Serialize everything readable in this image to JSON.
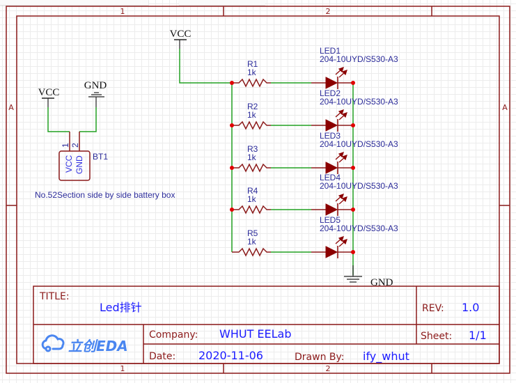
{
  "app": "EasyEDA (立创EDA) schematic",
  "frame": {
    "zone_columns": [
      "1",
      "2"
    ],
    "zone_rows": [
      "A"
    ]
  },
  "nets": {
    "vcc_main": "VCC",
    "vcc_battery": "VCC",
    "gnd_battery": "GND",
    "gnd_main": "GND"
  },
  "battery": {
    "designator": "BT1",
    "pin1_number": "1",
    "pin2_number": "2",
    "pin1_name": "VCC",
    "pin2_name": "GND",
    "description": "No.52Section side by side battery box"
  },
  "resistors": [
    {
      "designator": "R1",
      "value": "1k"
    },
    {
      "designator": "R2",
      "value": "1k"
    },
    {
      "designator": "R3",
      "value": "1k"
    },
    {
      "designator": "R4",
      "value": "1k"
    },
    {
      "designator": "R5",
      "value": "1k"
    }
  ],
  "leds": [
    {
      "designator": "LED1",
      "part": "204-10UYD/S530-A3"
    },
    {
      "designator": "LED2",
      "part": "204-10UYD/S530-A3"
    },
    {
      "designator": "LED3",
      "part": "204-10UYD/S530-A3"
    },
    {
      "designator": "LED4",
      "part": "204-10UYD/S530-A3"
    },
    {
      "designator": "LED5",
      "part": "204-10UYD/S530-A3"
    }
  ],
  "title_block": {
    "title_label": "TITLE:",
    "title_value": "Led排针",
    "rev_label": "REV:",
    "rev_value": "1.0",
    "company_label": "Company:",
    "company_value": "WHUT EELab",
    "sheet_label": "Sheet:",
    "sheet_value": "1/1",
    "date_label": "Date:",
    "date_value": "2020-11-06",
    "drawn_by_label": "Drawn By:",
    "drawn_by_value": "ify_whut",
    "logo_text": "立创EDA"
  },
  "colors": {
    "frame": "#8b1a1a",
    "wire": "#22a022",
    "component": "#8b0000",
    "junction": "#e00000",
    "designator_text": "#2b2b99",
    "title_value": "#1a1aff",
    "logo": "#4a86f0"
  }
}
